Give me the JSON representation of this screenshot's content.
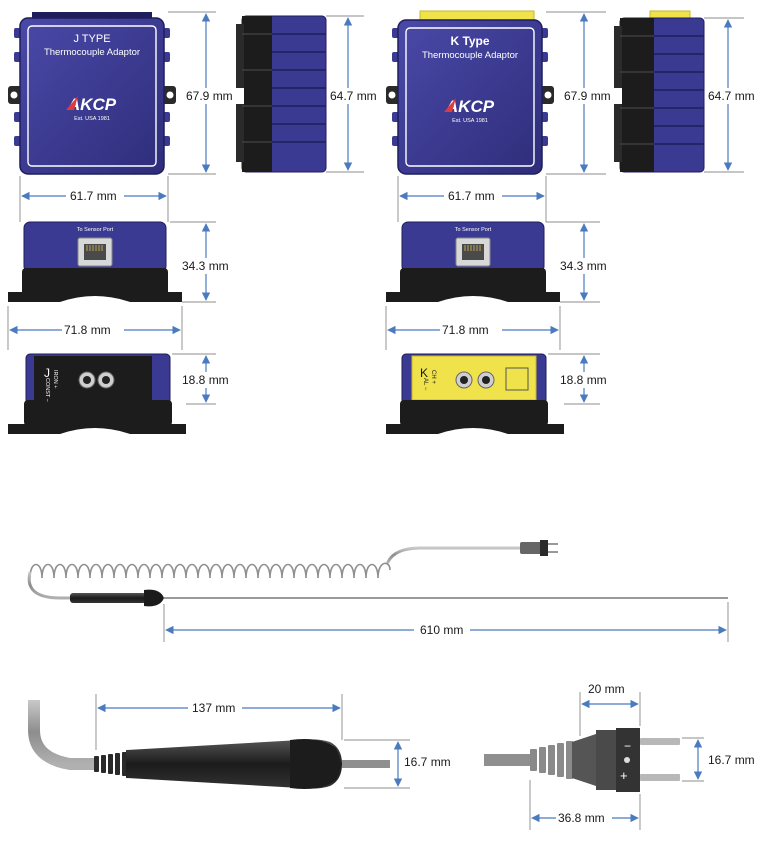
{
  "adaptors": {
    "j": {
      "type_label": "J TYPE",
      "subtitle": "Thermocouple Adaptor",
      "brand": "AKCP",
      "brand_tag": "Est. USA 1981",
      "port_label": "To Sensor Port",
      "polarity_letter": "J",
      "polarity_plus": "IRON +",
      "polarity_minus": "CONST −"
    },
    "k": {
      "type_label": "K Type",
      "subtitle": "Thermocouple Adaptor",
      "brand": "AKCP",
      "brand_tag": "Est. USA 1981",
      "port_label": "To Sensor Port",
      "polarity_letter": "K",
      "polarity_plus": "CH +",
      "polarity_minus": "AL −"
    }
  },
  "dimensions": {
    "height_front": "67.9 mm",
    "height_side": "64.7 mm",
    "width_front": "61.7 mm",
    "height_top": "34.3 mm",
    "width_base": "71.8 mm",
    "height_bottom": "18.8 mm",
    "probe_length": "610 mm",
    "handle_length": "137 mm",
    "handle_diameter": "16.7 mm",
    "plug_pin_spacing": "20 mm",
    "plug_length": "36.8 mm",
    "plug_height": "16.7 mm"
  },
  "colors": {
    "body_blue": "#3b3a92",
    "body_dark": "#1f1e5c",
    "base_black": "#1c1c1c",
    "label_yellow": "#f0e24a",
    "dimension_line": "#4a7bbf"
  }
}
